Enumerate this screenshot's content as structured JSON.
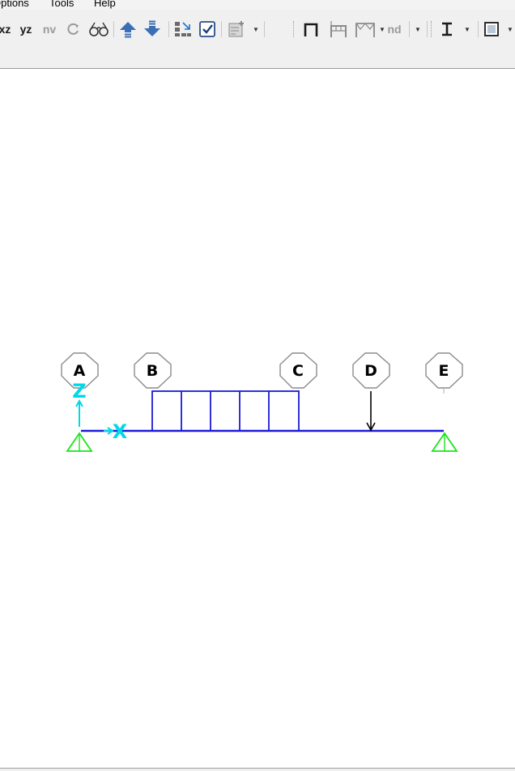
{
  "menubar": {
    "items": [
      "Options",
      "Tools",
      "Help"
    ]
  },
  "toolbar": {
    "view_xz_label": "xz",
    "view_yz_label": "yz",
    "view_nv_label": "nv",
    "nd_label": "nd",
    "icons": [
      "rotate-3d-icon",
      "glasses-icon",
      "move-up-icon",
      "move-down-icon",
      "select-icon",
      "checkbox-icon",
      "add-frame-icon",
      "frame-section-icon",
      "portal-frame-icon",
      "truss-frame-icon",
      "i-section-icon",
      "area-section-icon"
    ]
  },
  "model": {
    "grid_labels": [
      "A",
      "B",
      "C",
      "D",
      "E"
    ],
    "axis_labels": {
      "x": "X",
      "z": "Z"
    },
    "colors": {
      "beam": "#1a1ad9",
      "support": "#19e619",
      "axis": "#00d8e8",
      "point_load": "#000000",
      "grid_bubble_border": "#8c8c8c"
    }
  }
}
